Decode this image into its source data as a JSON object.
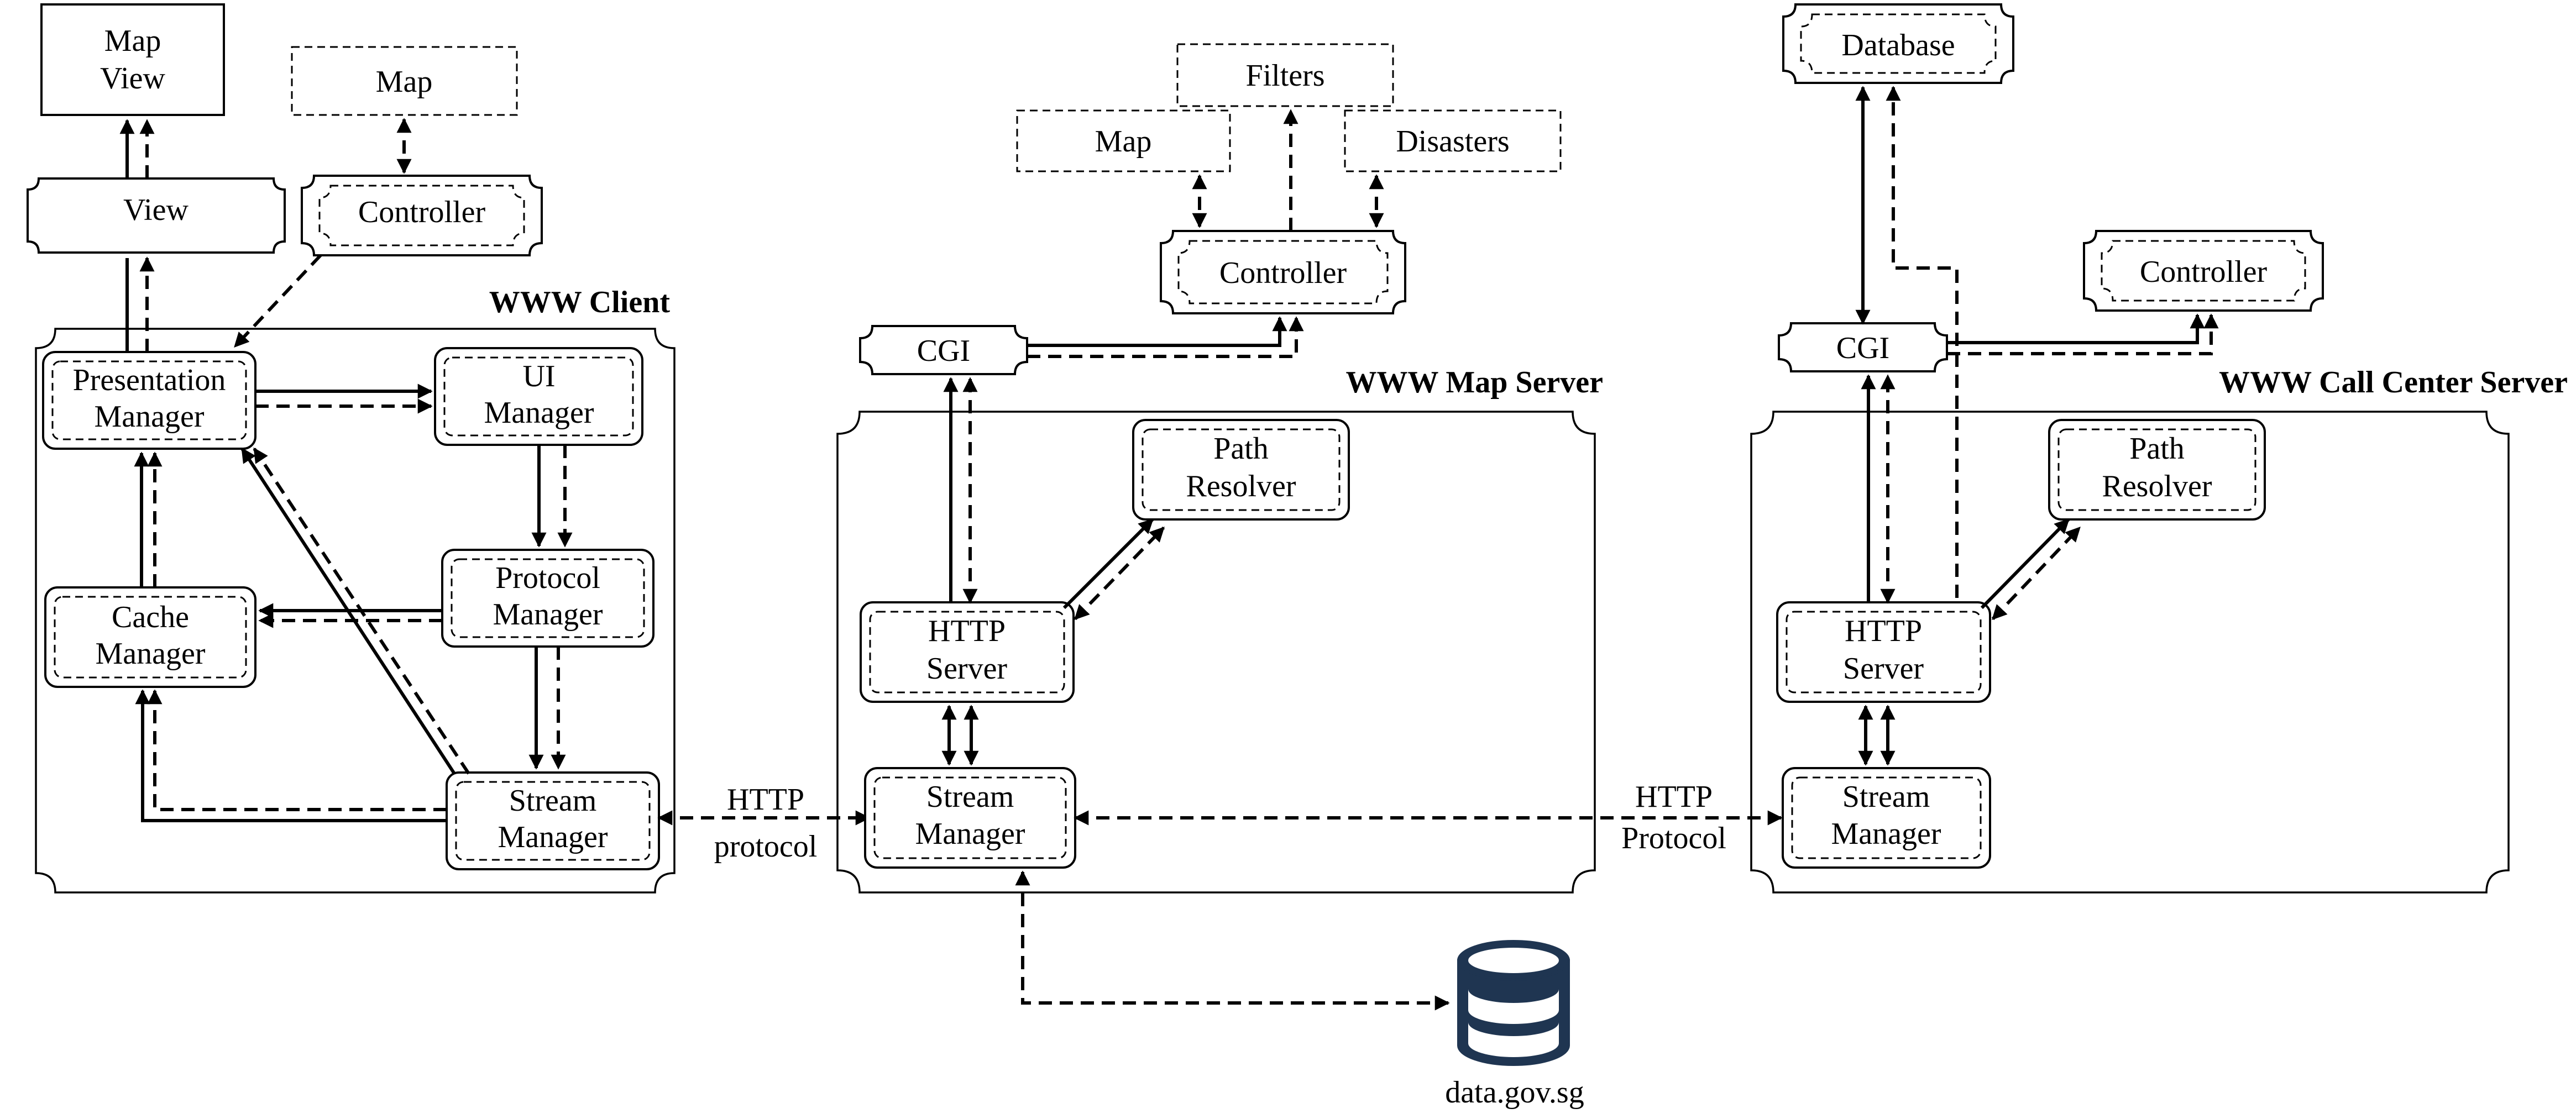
{
  "client": {
    "title": "WWW Client",
    "map_view": [
      "Map",
      "View"
    ],
    "view": "View",
    "map": "Map",
    "controller": "Controller",
    "presentation_manager": [
      "Presentation",
      "Manager"
    ],
    "ui_manager": [
      "UI",
      "Manager"
    ],
    "protocol_manager": [
      "Protocol",
      "Manager"
    ],
    "cache_manager": [
      "Cache",
      "Manager"
    ],
    "stream_manager": [
      "Stream",
      "Manager"
    ]
  },
  "link_client_map": [
    "HTTP",
    "protocol"
  ],
  "map_server": {
    "title": "WWW Map Server",
    "filters": "Filters",
    "map": "Map",
    "disasters": "Disasters",
    "controller": "Controller",
    "cgi": "CGI",
    "path_resolver": [
      "Path",
      "Resolver"
    ],
    "http_server": [
      "HTTP",
      "Server"
    ],
    "stream_manager": [
      "Stream",
      "Manager"
    ]
  },
  "link_map_call": [
    "HTTP",
    "Protocol"
  ],
  "call_center": {
    "title": "WWW Call Center Server",
    "database": "Database",
    "controller": "Controller",
    "cgi": "CGI",
    "path_resolver": [
      "Path",
      "Resolver"
    ],
    "http_server": [
      "HTTP",
      "Server"
    ],
    "stream_manager": [
      "Stream",
      "Manager"
    ]
  },
  "data_source": "data.gov.sg"
}
